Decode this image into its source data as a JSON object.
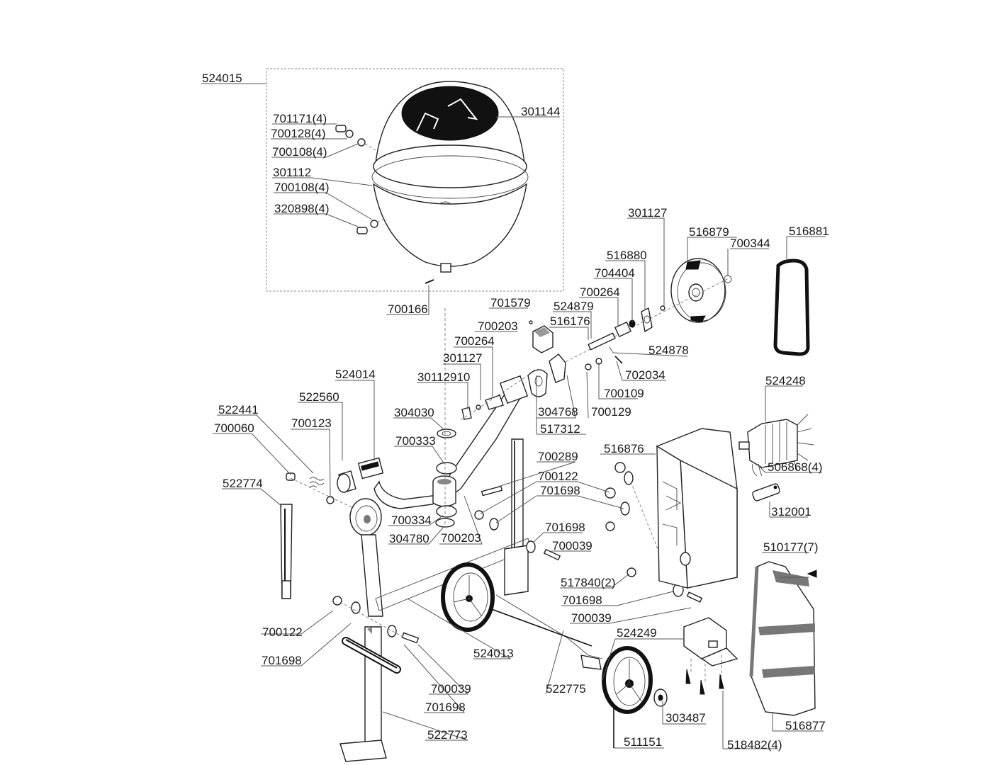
{
  "diagram": {
    "title": "Concrete mixer exploded parts view",
    "assembly_box_label": "524015",
    "labels": [
      {
        "id": "524015",
        "text": "524015"
      },
      {
        "id": "301144",
        "text": "301144"
      },
      {
        "id": "701171",
        "text": "701171(4)"
      },
      {
        "id": "700128",
        "text": "700128(4)"
      },
      {
        "id": "700108a",
        "text": "700108(4)"
      },
      {
        "id": "301112",
        "text": "301112"
      },
      {
        "id": "700108b",
        "text": "700108(4)"
      },
      {
        "id": "320898",
        "text": "320898(4)"
      },
      {
        "id": "700166",
        "text": "700166"
      },
      {
        "id": "301127a",
        "text": "301127"
      },
      {
        "id": "516879",
        "text": "516879"
      },
      {
        "id": "516881",
        "text": "516881"
      },
      {
        "id": "516880",
        "text": "516880"
      },
      {
        "id": "700344",
        "text": "700344"
      },
      {
        "id": "704404",
        "text": "704404"
      },
      {
        "id": "700264a",
        "text": "700264"
      },
      {
        "id": "701579",
        "text": "701579"
      },
      {
        "id": "524879",
        "text": "524879"
      },
      {
        "id": "516176",
        "text": "516176"
      },
      {
        "id": "700203a",
        "text": "700203"
      },
      {
        "id": "524878",
        "text": "524878"
      },
      {
        "id": "700264b",
        "text": "700264"
      },
      {
        "id": "301127b",
        "text": "301127"
      },
      {
        "id": "702034",
        "text": "702034"
      },
      {
        "id": "524014",
        "text": "524014"
      },
      {
        "id": "30112910",
        "text": "30112910"
      },
      {
        "id": "700109",
        "text": "700109"
      },
      {
        "id": "524248",
        "text": "524248"
      },
      {
        "id": "522560",
        "text": "522560"
      },
      {
        "id": "304030",
        "text": "304030"
      },
      {
        "id": "304768",
        "text": "304768"
      },
      {
        "id": "700129",
        "text": "700129"
      },
      {
        "id": "522441",
        "text": "522441"
      },
      {
        "id": "700060",
        "text": "700060"
      },
      {
        "id": "700123",
        "text": "700123"
      },
      {
        "id": "517312",
        "text": "517312"
      },
      {
        "id": "700333",
        "text": "700333"
      },
      {
        "id": "700289",
        "text": "700289"
      },
      {
        "id": "516876",
        "text": "516876"
      },
      {
        "id": "506868",
        "text": "506868(4)"
      },
      {
        "id": "700122a",
        "text": "700122"
      },
      {
        "id": "522774",
        "text": "522774"
      },
      {
        "id": "701698a",
        "text": "701698"
      },
      {
        "id": "312001",
        "text": "312001"
      },
      {
        "id": "700334",
        "text": "700334"
      },
      {
        "id": "304780",
        "text": "304780"
      },
      {
        "id": "700203b",
        "text": "700203"
      },
      {
        "id": "701698b",
        "text": "701698"
      },
      {
        "id": "700039a",
        "text": "700039"
      },
      {
        "id": "510177",
        "text": "510177(7)"
      },
      {
        "id": "517840",
        "text": "517840(2)"
      },
      {
        "id": "701698c",
        "text": "701698"
      },
      {
        "id": "700122b",
        "text": "700122"
      },
      {
        "id": "700039b",
        "text": "700039"
      },
      {
        "id": "524249",
        "text": "524249"
      },
      {
        "id": "524013",
        "text": "524013"
      },
      {
        "id": "701698d",
        "text": "701698"
      },
      {
        "id": "522775",
        "text": "522775"
      },
      {
        "id": "700039c",
        "text": "700039"
      },
      {
        "id": "701698e",
        "text": "701698"
      },
      {
        "id": "303487",
        "text": "303487"
      },
      {
        "id": "516877",
        "text": "516877"
      },
      {
        "id": "522773",
        "text": "522773"
      },
      {
        "id": "511151",
        "text": "511151"
      },
      {
        "id": "518482",
        "text": "518482(4)"
      }
    ]
  }
}
